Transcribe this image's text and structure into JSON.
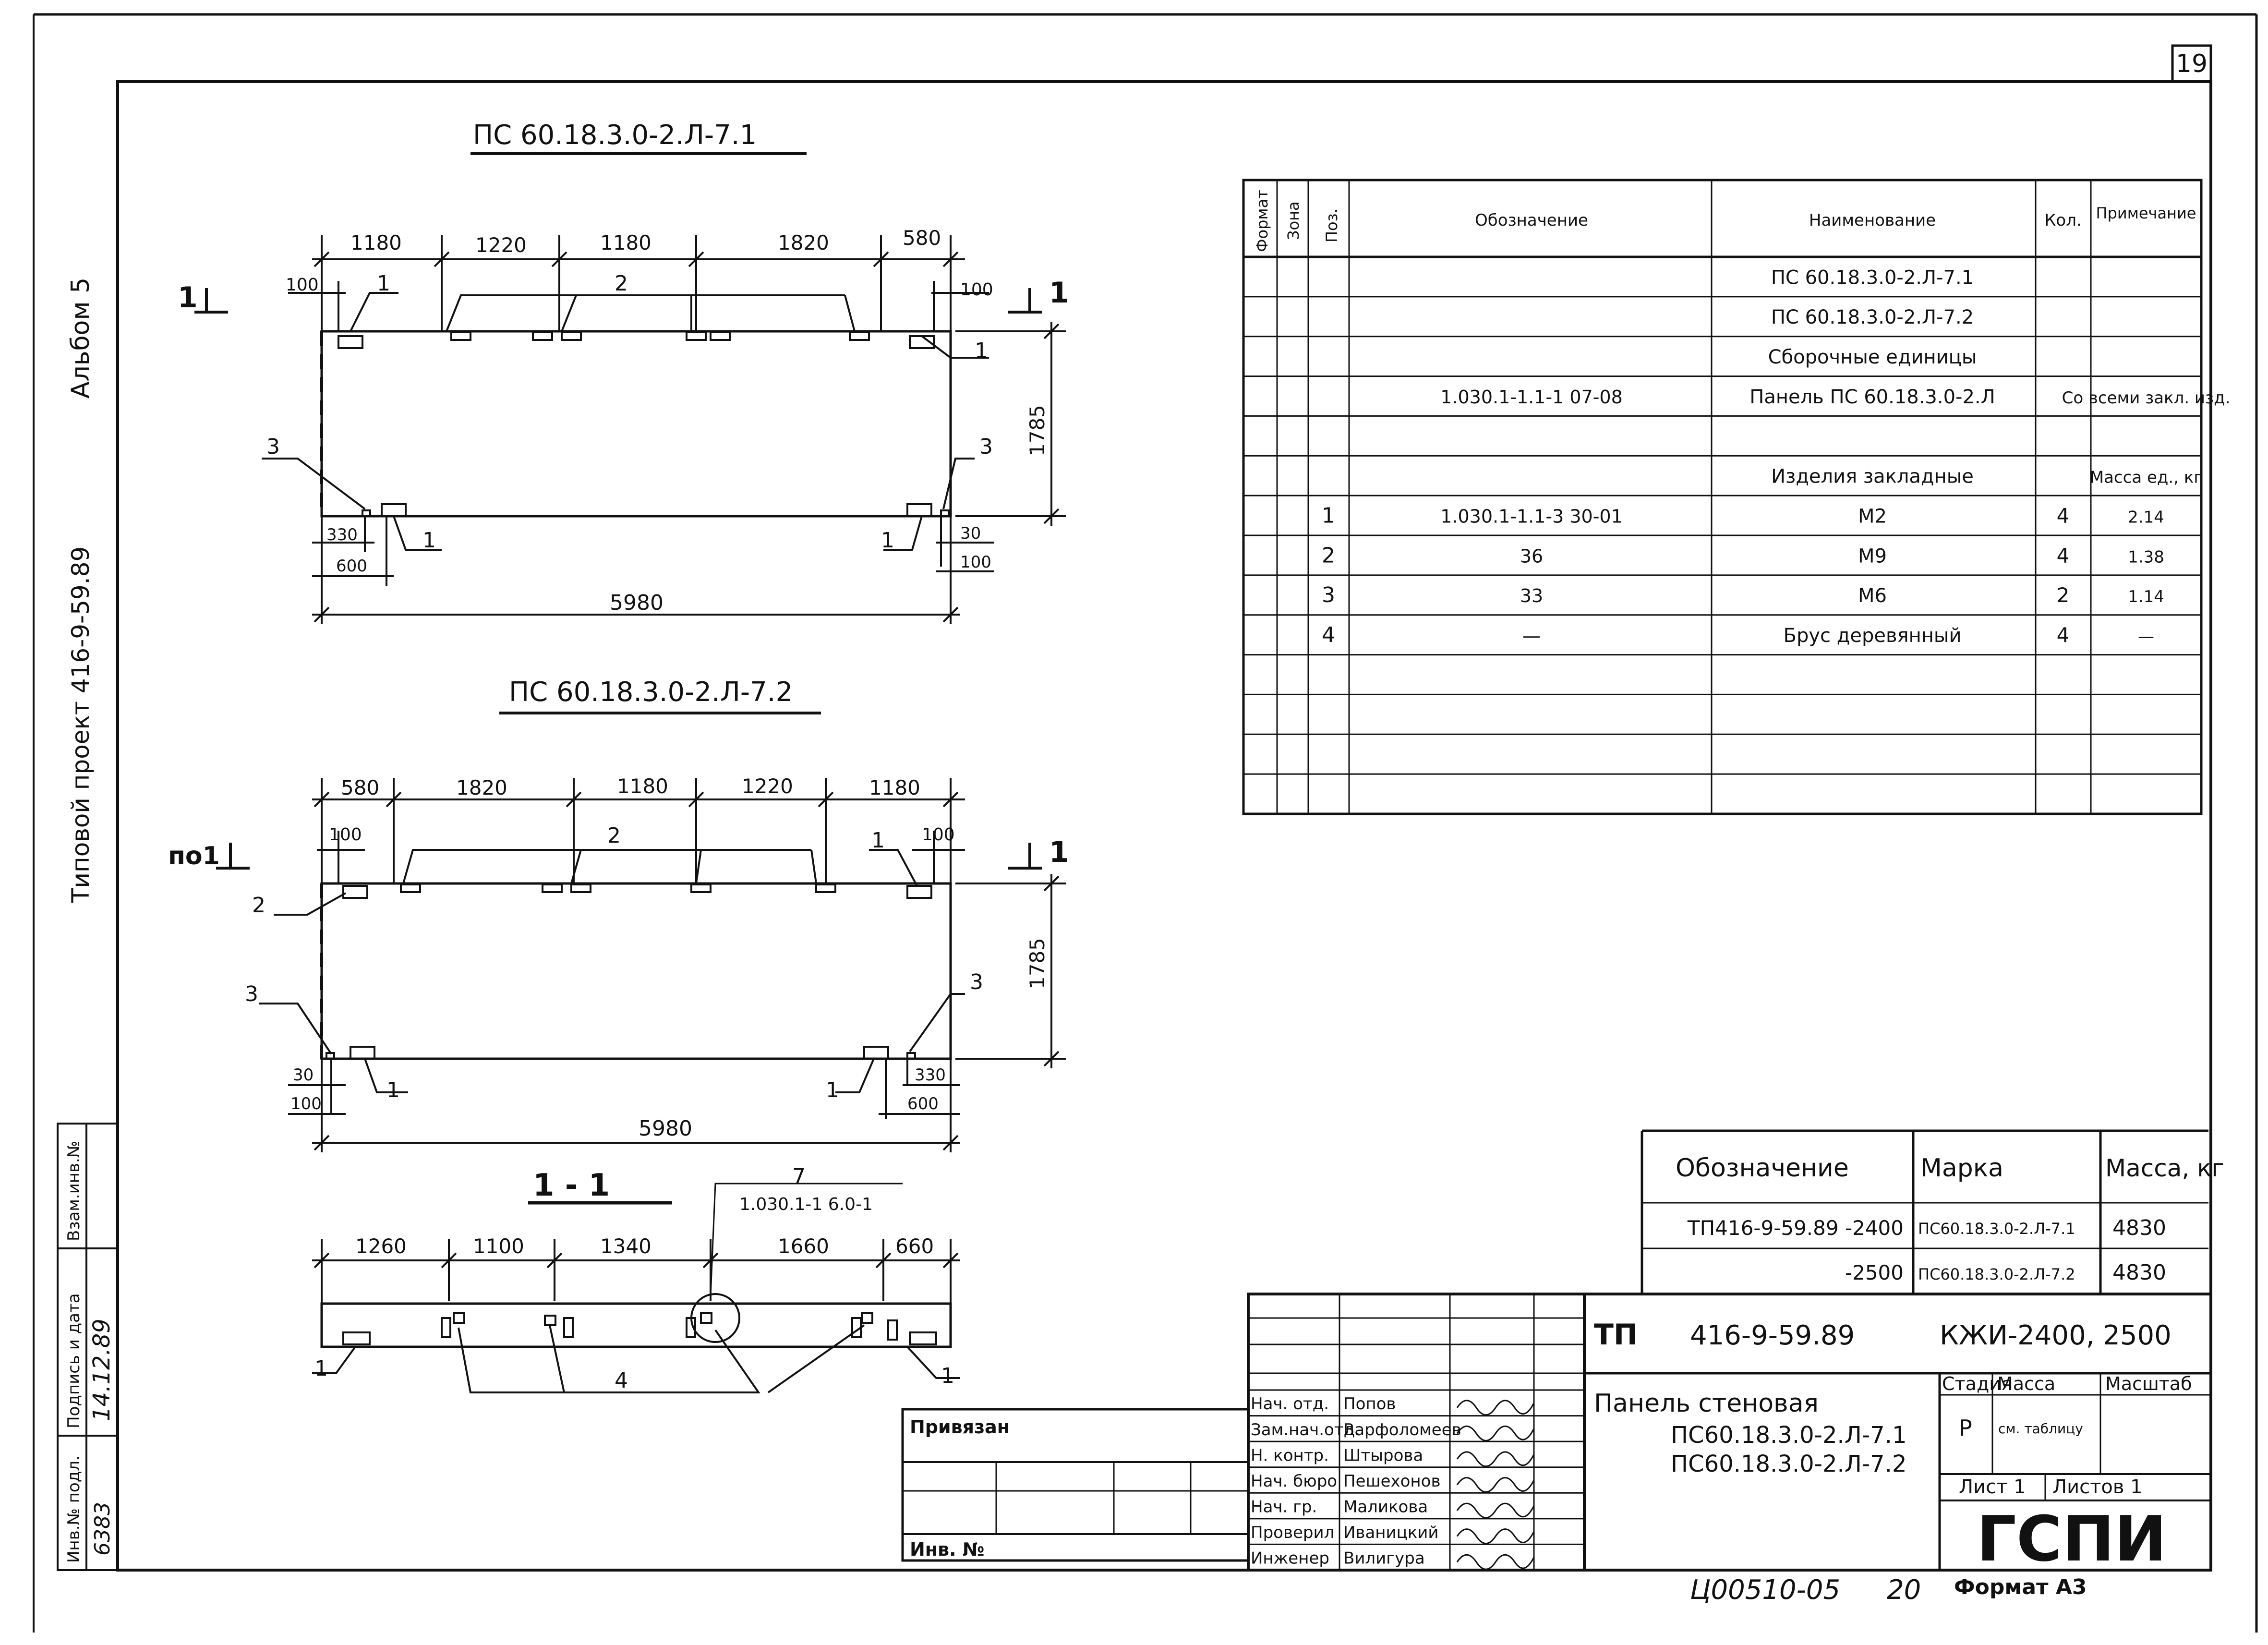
{
  "sheet_number": "19",
  "left_margin": {
    "album": "Альбом 5",
    "project": "Типовой проект 416-9-59.89",
    "stamp_labels": [
      "Инв.№ подл.",
      "Подпись и дата",
      "Взам.инв.№"
    ],
    "inv_number": "6383",
    "signature_date": "14.12.89"
  },
  "views": {
    "view1": {
      "title": "ПС 60.18.3.0-2.Л-7.1",
      "section_mark": "1",
      "top_dims": [
        "1180",
        "1220",
        "1180",
        "1820",
        "580"
      ],
      "edge_dims": [
        "100",
        "100"
      ],
      "height_dim": "1785",
      "bottom_dims": [
        "330",
        "600",
        "30",
        "100"
      ],
      "length_dim": "5980",
      "callouts": [
        "1",
        "2",
        "1",
        "3",
        "3",
        "1",
        "1"
      ]
    },
    "view2": {
      "title": "ПС 60.18.3.0-2.Л-7.2",
      "section_mark_left": "по1",
      "section_mark_right": "1",
      "top_dims": [
        "580",
        "1820",
        "1180",
        "1220",
        "1180"
      ],
      "edge_dims": [
        "100",
        "100"
      ],
      "height_dim": "1785",
      "bottom_dims": [
        "30",
        "100",
        "330",
        "600"
      ],
      "length_dim": "5980",
      "callouts": [
        "2",
        "1",
        "3",
        "3",
        "1",
        "1"
      ]
    },
    "section": {
      "title": "1 - 1",
      "dims": [
        "1260",
        "1100",
        "1340",
        "1660",
        "660"
      ],
      "node_ref": "7",
      "node_doc": "1.030.1-1 6.0-1",
      "callouts": [
        "1",
        "4",
        "1"
      ]
    }
  },
  "spec_table": {
    "headers": [
      "Формат",
      "Зона",
      "Поз.",
      "Обозначение",
      "Наименование",
      "Кол.",
      "Примечание"
    ],
    "rows": [
      {
        "pos": "",
        "designation": "",
        "name": "ПС 60.18.3.0-2.Л-7.1",
        "qty": "",
        "note": ""
      },
      {
        "pos": "",
        "designation": "",
        "name": "ПС 60.18.3.0-2.Л-7.2",
        "qty": "",
        "note": ""
      },
      {
        "pos": "",
        "designation": "",
        "name": "Сборочные единицы",
        "qty": "",
        "note": ""
      },
      {
        "pos": "",
        "designation": "1.030.1-1.1-1 07-08",
        "name": "Панель ПС 60.18.3.0-2.Л",
        "qty": "",
        "note": "Со всеми закл. изд."
      },
      {
        "pos": "",
        "designation": "",
        "name": "",
        "qty": "",
        "note": ""
      },
      {
        "pos": "",
        "designation": "",
        "name": "Изделия закладные",
        "qty": "",
        "note": "Масса ед., кг"
      },
      {
        "pos": "1",
        "designation": "1.030.1-1.1-3 30-01",
        "name": "М2",
        "qty": "4",
        "note": "2.14"
      },
      {
        "pos": "2",
        "designation": "36",
        "name": "М9",
        "qty": "4",
        "note": "1.38"
      },
      {
        "pos": "3",
        "designation": "33",
        "name": "М6",
        "qty": "2",
        "note": "1.14"
      },
      {
        "pos": "4",
        "designation": "—",
        "name": "Брус деревянный",
        "qty": "4",
        "note": "—"
      },
      {
        "pos": "",
        "designation": "",
        "name": "",
        "qty": "",
        "note": ""
      },
      {
        "pos": "",
        "designation": "",
        "name": "",
        "qty": "",
        "note": ""
      },
      {
        "pos": "",
        "designation": "",
        "name": "",
        "qty": "",
        "note": ""
      },
      {
        "pos": "",
        "designation": "",
        "name": "",
        "qty": "",
        "note": ""
      }
    ]
  },
  "mass_table": {
    "headers": [
      "Обозначение",
      "Марка",
      "Масса, кг"
    ],
    "rows": [
      {
        "designation": "ТП416-9-59.89 -2400",
        "mark": "ПС60.18.3.0-2.Л-7.1",
        "mass": "4830"
      },
      {
        "designation": "-2500",
        "mark": "ПС60.18.3.0-2.Л-7.2",
        "mass": "4830"
      }
    ]
  },
  "title_block": {
    "project_code": "ТП",
    "project_number": "416-9-59.89",
    "doc_code": "КЖИ-2400, 2500",
    "name_line1": "Панель стеновая",
    "name_line2": "ПС60.18.3.0-2.Л-7.1",
    "name_line3": "ПС60.18.3.0-2.Л-7.2",
    "stage_header": "Стадия",
    "mass_header": "Масса",
    "scale_header": "Масштаб",
    "stage": "Р",
    "mass_value": "см. таблицу",
    "sheet": "Лист 1",
    "sheets": "Листов 1",
    "org": "ГСПИ",
    "staff": [
      {
        "role": "Нач. отд.",
        "name": "Попов"
      },
      {
        "role": "Зам.нач.отд.",
        "name": "Варфоломеев"
      },
      {
        "role": "Н. контр.",
        "name": "Штырова"
      },
      {
        "role": "Нач. бюро",
        "name": "Пешехонов"
      },
      {
        "role": "Нач. гр.",
        "name": "Маликова"
      },
      {
        "role": "Проверил",
        "name": "Иваницкий"
      },
      {
        "role": "Инженер",
        "name": "Вилигура"
      }
    ],
    "bound_label": "Привязан",
    "inv_label": "Инв. №"
  },
  "bottom": {
    "doc_number": "Ц00510-05",
    "page": "20",
    "format": "Формат А3"
  }
}
